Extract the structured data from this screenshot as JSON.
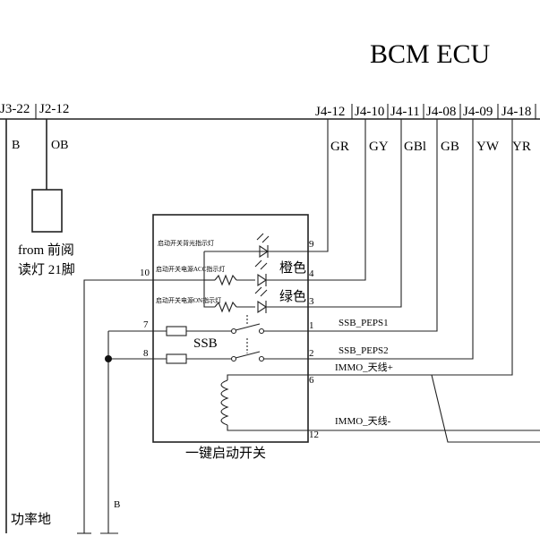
{
  "title": "BCM ECU",
  "pins_left": [
    "J3-22",
    "J2-12"
  ],
  "pins_right": [
    "J4-12",
    "J4-10",
    "J4-11",
    "J4-08",
    "J4-09",
    "J4-18"
  ],
  "wire_colors_left": [
    "B",
    "OB"
  ],
  "wire_colors_right": [
    "GR",
    "GY",
    "GBl",
    "GB",
    "YW",
    "YR"
  ],
  "from_note_line1": "from 前阅",
  "from_note_line2": "读灯 21脚",
  "switch_title": "一键启动开关",
  "ssb_label": "SSB",
  "led_labels": [
    "启动开关背光指示灯",
    "启动开关电源ACC指示灯",
    "启动开关电源ON指示灯"
  ],
  "color_labels": [
    "橙色",
    "绿色"
  ],
  "pin_numbers": {
    "p9": "9",
    "p4": "4",
    "p3": "3",
    "p1": "1",
    "p2": "2",
    "p6": "6",
    "p12": "12",
    "p10": "10",
    "p7": "7",
    "p8": "8"
  },
  "signals": {
    "ssb1": "SSB_PEPS1",
    "ssb2": "SSB_PEPS2",
    "immo_pos": "IMMO_天线+",
    "immo_neg": "IMMO_天线-"
  },
  "ground_label": "功率地",
  "ground_wire": "B"
}
